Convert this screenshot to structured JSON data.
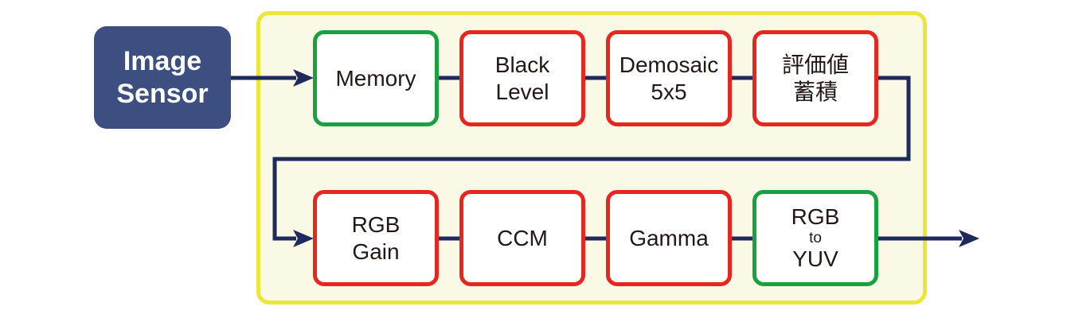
{
  "colors": {
    "navy_box": "#3d4f80",
    "arrow": "#1f2a5c",
    "red_border": "#e8261e",
    "green_border": "#17a13f",
    "container_border": "#ece63a",
    "container_fill": "#f9f9e5",
    "box_fill": "#ffffff",
    "text": "#231815"
  },
  "sensor": {
    "line1": "Image",
    "line2": "Sensor"
  },
  "blocks": {
    "top": [
      {
        "name": "memory",
        "border": "green",
        "lines": [
          "Memory"
        ]
      },
      {
        "name": "black-level",
        "border": "red",
        "lines": [
          "Black",
          "Level"
        ]
      },
      {
        "name": "demosaic-5x5",
        "border": "red",
        "lines": [
          "Demosaic",
          "5x5"
        ]
      },
      {
        "name": "evaluation-value-accumulation",
        "border": "red",
        "lines": [
          "評価値",
          "蓄積"
        ]
      }
    ],
    "bottom": [
      {
        "name": "rgb-gain",
        "border": "red",
        "lines": [
          "RGB",
          "Gain"
        ]
      },
      {
        "name": "ccm",
        "border": "red",
        "lines": [
          "CCM"
        ]
      },
      {
        "name": "gamma",
        "border": "red",
        "lines": [
          "Gamma"
        ]
      },
      {
        "name": "rgb-to-yuv",
        "border": "green",
        "lines": [
          "RGB",
          "to",
          "YUV"
        ]
      }
    ]
  }
}
